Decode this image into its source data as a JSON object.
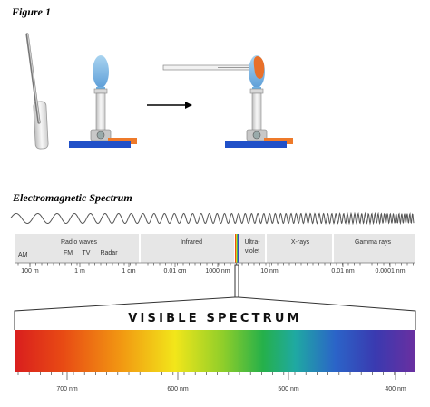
{
  "figure_title": "Figure 1",
  "spectrum_title": "Electromagnetic Spectrum",
  "visible_title": "VISIBLE SPECTRUM",
  "bands": {
    "am": "AM",
    "radio": "Radio waves",
    "fm": "FM",
    "tv": "TV",
    "radar": "Radar",
    "infrared": "Infrared",
    "uv_line1": "Ultra-",
    "uv_line2": "violet",
    "xrays": "X-rays",
    "gamma": "Gamma rays"
  },
  "em_ticks": [
    "100 m",
    "1 m",
    "1 cm",
    "0.01 cm",
    "1000 nm",
    "10 nm",
    "0.01 nm",
    "0.0001 nm"
  ],
  "visible_ticks": [
    "700 nm",
    "600 nm",
    "500 nm",
    "400 nm"
  ],
  "colors": {
    "flame": "#8ec3e8",
    "flame_hot": "#e8702a",
    "burner_base": "#2050c8",
    "gas_valve": "#ee7a2a",
    "spectrum_bg": "#e6e6e6"
  }
}
